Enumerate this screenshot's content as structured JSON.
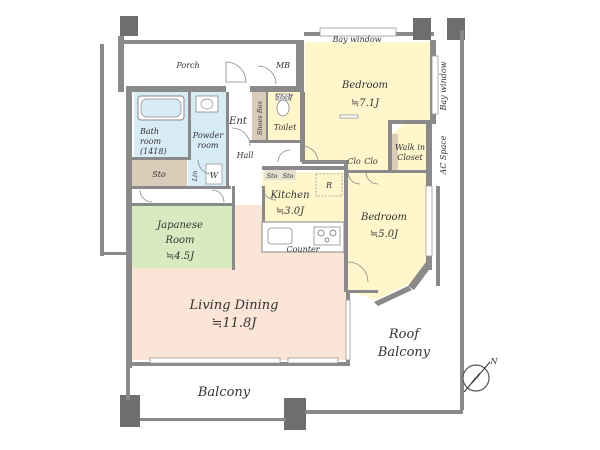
{
  "rooms": {
    "porch": "Porch",
    "mb": "MB",
    "bay_window_top": "Bay window",
    "bay_window_right": "Bay window",
    "bedroom1_name": "Bedroom",
    "bedroom1_area": "≒7.1J",
    "bath_line1": "Bath",
    "bath_line2": "room",
    "bath_line3": "(1418)",
    "powder_line1": "Powder",
    "powder_line2": "room",
    "ent": "Ent",
    "toilet": "Toilet",
    "shoe_box": "Shoes Box",
    "shelf": "Shelf",
    "hall": "Hall",
    "walkin_line1": "Walk in",
    "walkin_line2": "Closet",
    "ac_space": "AC Space",
    "sto_left": "Sto",
    "lin": "Lin",
    "w": "W",
    "sto_k1": "Sto",
    "sto_k2": "Sto",
    "kitchen_name": "Kitchen",
    "kitchen_area": "≒3.0J",
    "r": "R",
    "clo1": "Clo",
    "clo2": "Clo",
    "japanese_line1": "Japanese",
    "japanese_line2": "Room",
    "japanese_area": "≒4.5J",
    "bedroom2_name": "Bedroom",
    "bedroom2_area": "≒5.0J",
    "counter": "Counter",
    "living_name": "Living Dining",
    "living_area": "≒11.8J",
    "roof_line1": "Roof",
    "roof_line2": "Balcony",
    "balcony": "Balcony",
    "compass": "N"
  },
  "colors": {
    "bedroom_fill": "#fff6cc",
    "bath_fill": "#d8ecf6",
    "japanese_fill": "#d8eac0",
    "living_fill": "#fbe5d6",
    "storage_fill": "#d9ccb8",
    "wall": "#8a8a8a"
  }
}
